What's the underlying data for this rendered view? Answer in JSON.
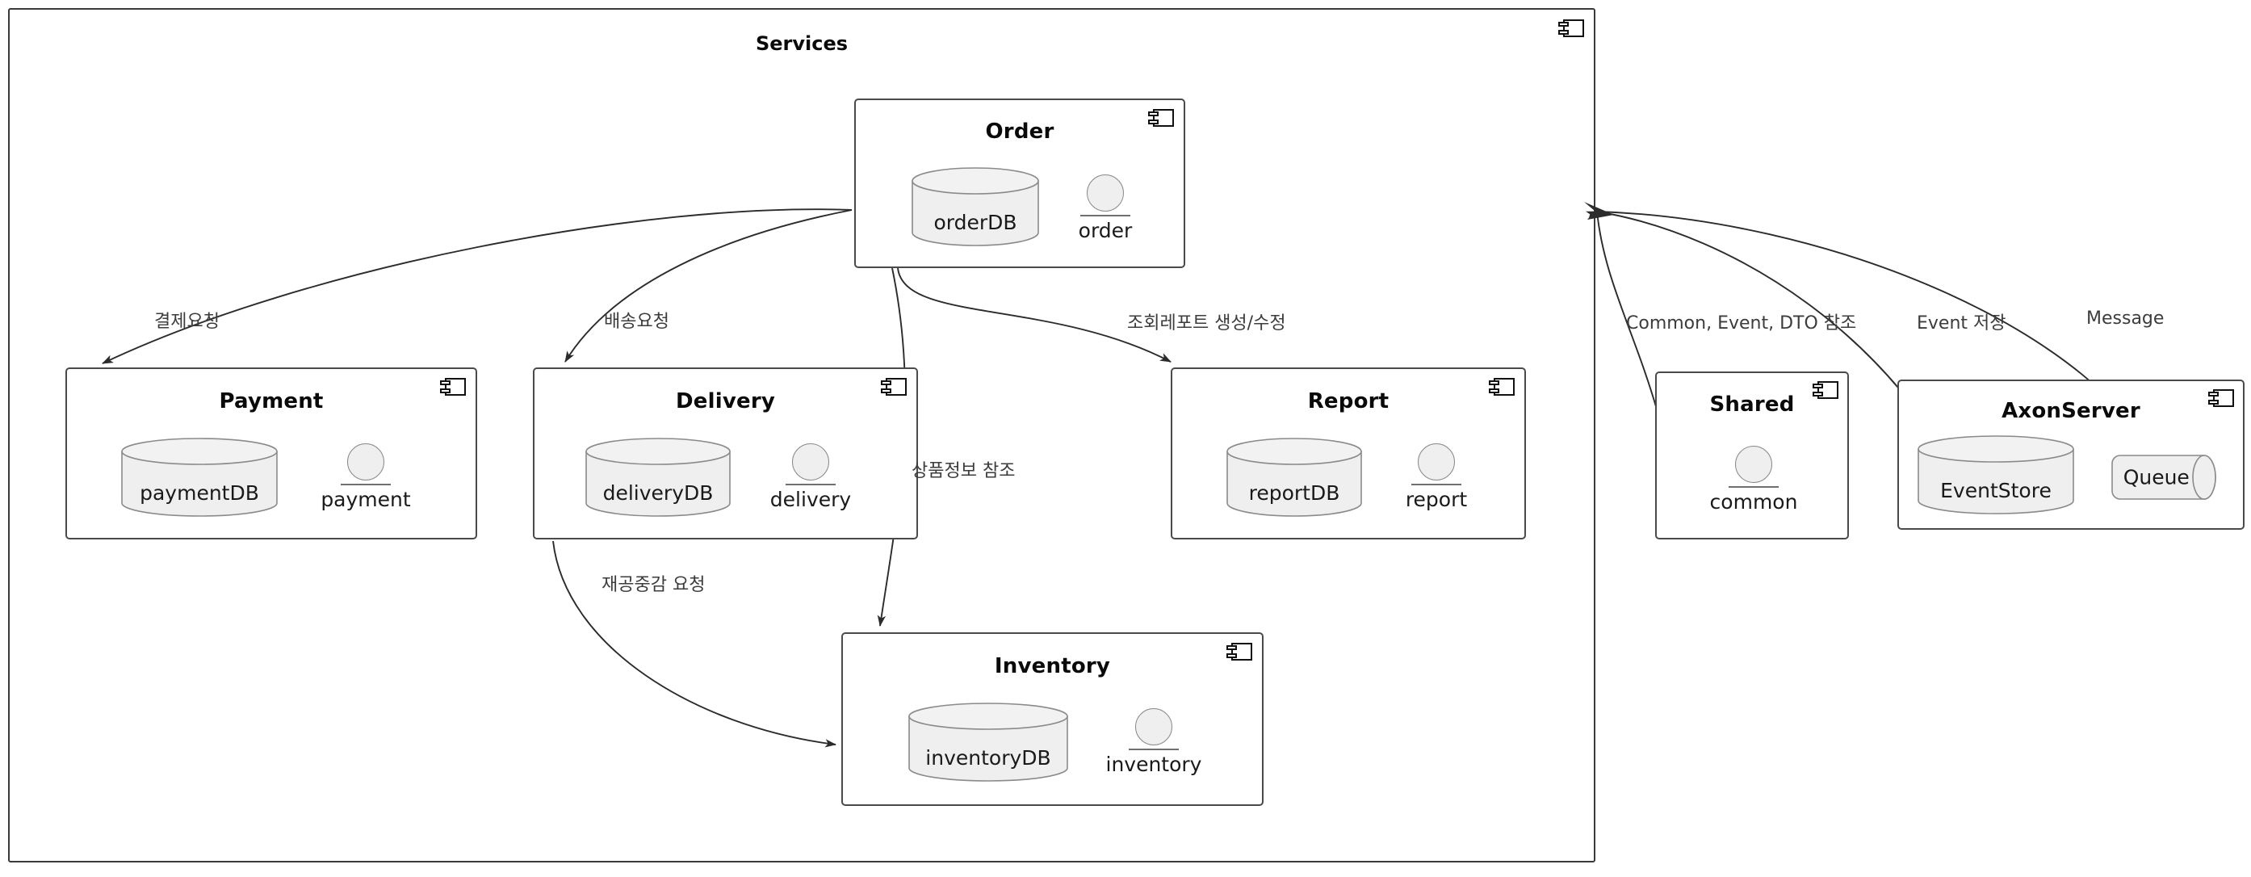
{
  "diagram": {
    "type": "uml-component-diagram",
    "frame": {
      "title": "Services",
      "icon": "component-icon"
    }
  },
  "components": [
    {
      "id": "order",
      "title": "Order",
      "database": "orderDB",
      "interface": "order",
      "icon": "component-icon"
    },
    {
      "id": "payment",
      "title": "Payment",
      "database": "paymentDB",
      "interface": "payment",
      "icon": "component-icon"
    },
    {
      "id": "delivery",
      "title": "Delivery",
      "database": "deliveryDB",
      "interface": "delivery",
      "icon": "component-icon"
    },
    {
      "id": "report",
      "title": "Report",
      "database": "reportDB",
      "interface": "report",
      "icon": "component-icon"
    },
    {
      "id": "inventory",
      "title": "Inventory",
      "database": "inventoryDB",
      "interface": "inventory",
      "icon": "component-icon"
    },
    {
      "id": "shared",
      "title": "Shared",
      "interface": "common",
      "icon": "component-icon"
    },
    {
      "id": "axonserver",
      "title": "AxonServer",
      "database": "EventStore",
      "queue": "Queue",
      "icon": "component-icon"
    }
  ],
  "edges": [
    {
      "id": "order-to-payment",
      "label": "결제요청",
      "from": "Order",
      "to": "Payment"
    },
    {
      "id": "order-to-delivery",
      "label": "배송요청",
      "from": "Order",
      "to": "Delivery"
    },
    {
      "id": "order-to-report",
      "label": "조회레포트 생성/수정",
      "from": "Order",
      "to": "Report"
    },
    {
      "id": "order-to-inventory",
      "label": "상품정보 참조",
      "from": "Order",
      "to": "Inventory"
    },
    {
      "id": "delivery-to-inventory",
      "label": "재공중감 요청",
      "from": "Delivery",
      "to": "Inventory"
    },
    {
      "id": "services-to-shared",
      "label": "Common, Event, DTO 참조",
      "from": "Services",
      "to": "Shared"
    },
    {
      "id": "services-to-eventstore",
      "label": "Event 저장",
      "from": "Services",
      "to": "EventStore"
    },
    {
      "id": "services-to-queue",
      "label": "Message",
      "from": "Services",
      "to": "Queue"
    }
  ],
  "colors": {
    "stroke": "#4a4a4a",
    "frame_stroke": "#3a3a3a",
    "fill": "#ffffff",
    "shape_fill": "#efefef",
    "shape_stroke": "#8a8a8a",
    "text": "#1a1a1a",
    "label_text": "#3c3c3c",
    "background": "#ffffff"
  }
}
